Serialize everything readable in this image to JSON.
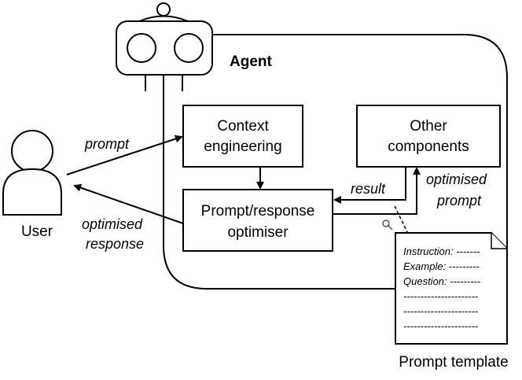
{
  "agent": {
    "label": "Agent"
  },
  "user": {
    "label": "User"
  },
  "boxes": {
    "context_engineering": [
      "Context",
      "engineering"
    ],
    "other_components": [
      "Other",
      "components"
    ],
    "optimiser": [
      "Prompt/response",
      "optimiser"
    ]
  },
  "edges": {
    "prompt": "prompt",
    "optimised_response": [
      "optimised",
      "response"
    ],
    "result": "result",
    "optimised_prompt": [
      "optimised",
      "prompt"
    ]
  },
  "prompt_template": {
    "caption": "Prompt template",
    "lines": [
      "Instruction: -------",
      "Example: ---------",
      "Question: ---------",
      "----------------------",
      "----------------------",
      "----------------------"
    ]
  },
  "colors": {
    "stroke": "#000000",
    "background": "#ffffff"
  },
  "icons": [
    "robot-head-icon",
    "user-silhouette-icon",
    "magnifier-icon",
    "document-icon"
  ]
}
